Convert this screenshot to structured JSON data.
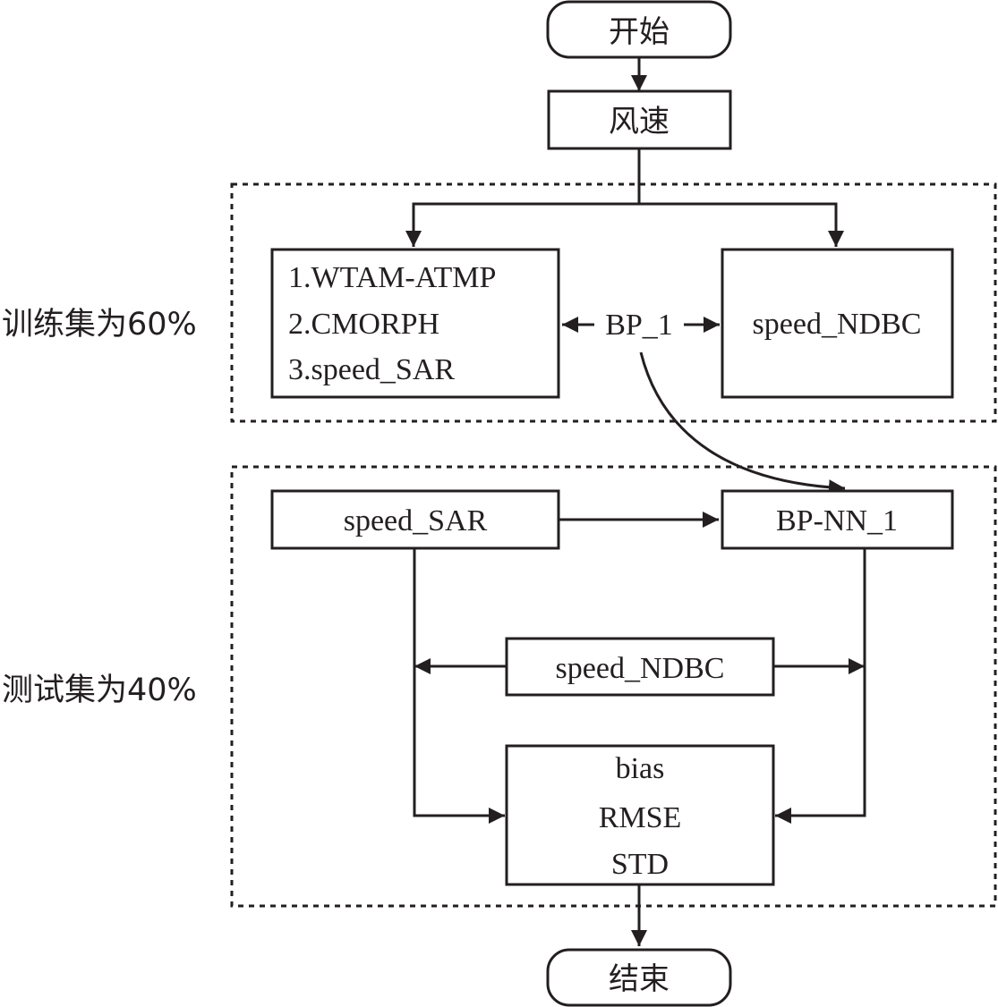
{
  "nodes": {
    "start": "开始",
    "wind_speed": "风速",
    "inputs": [
      "1.WTAM-ATMP",
      "2.CMORPH",
      "3.speed_SAR"
    ],
    "bp_1": "BP_1",
    "target_train": "speed_NDBC",
    "speed_sar": "speed_SAR",
    "bp_nn_1": "BP-NN_1",
    "ndbc_test": "speed_NDBC",
    "metrics": [
      "bias",
      "RMSE",
      "STD"
    ],
    "end": "结束"
  },
  "groups": {
    "train": "训练集为60%",
    "test": "测试集为40%"
  }
}
